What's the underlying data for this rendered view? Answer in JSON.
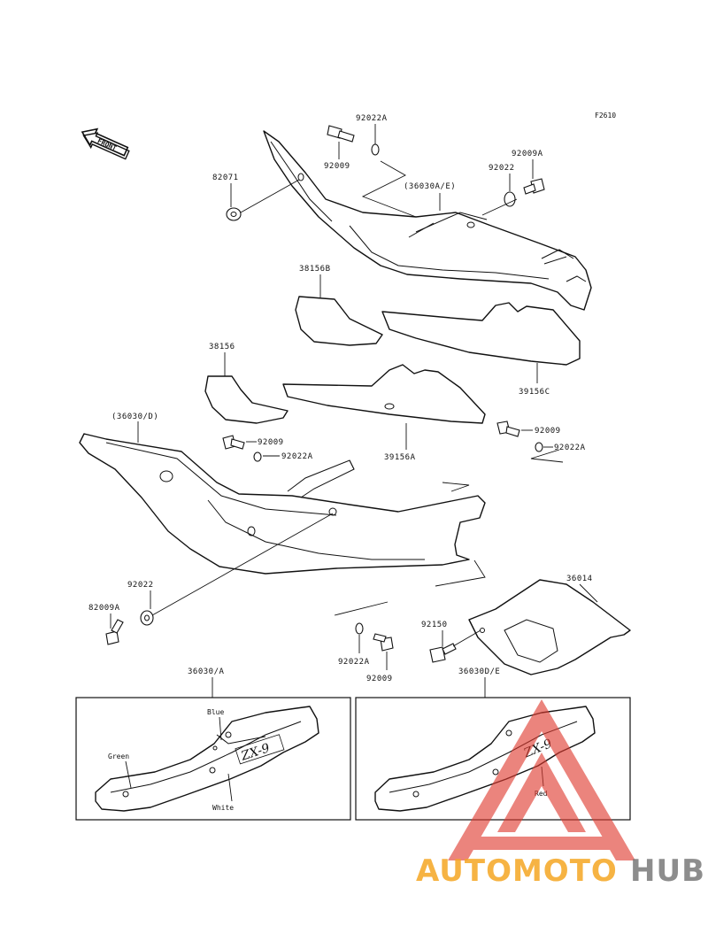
{
  "figure_code": "F2610",
  "front_arrow_label": "FRONT",
  "labels": {
    "p92022A_top": "92022A",
    "p92009_top": "92009",
    "p82071": "82071",
    "p36030AE": "(36030A/E)",
    "p92022_right": "92022",
    "p92009A_right": "92009A",
    "p38156B": "38156B",
    "p39156C": "39156C",
    "p38156": "38156",
    "p39156A": "39156A",
    "p36030D": "(36030/D)",
    "p92009_mid": "92009",
    "p92022A_mid": "92022A",
    "p92009_right2": "92009",
    "p92022A_right2": "92022A",
    "p92022_left": "92022",
    "p82009A": "82009A",
    "p36014": "36014",
    "p92150": "92150",
    "p92022A_bot": "92022A",
    "p92009_bot": "92009"
  },
  "inset_left": {
    "label": "36030/A",
    "logo": "ZX-9",
    "colors": {
      "blue": "Blue",
      "green": "Green",
      "white": "White"
    }
  },
  "inset_right": {
    "label": "36030D/E",
    "logo": "ZX-9",
    "colors": {
      "red": "Red"
    }
  },
  "watermark": {
    "text_a": "AUTOMOTO",
    "text_b": "HUB",
    "color_a": "#f5a623",
    "color_b": "#7a7a7a",
    "triangle_color": "#e03a2f"
  }
}
